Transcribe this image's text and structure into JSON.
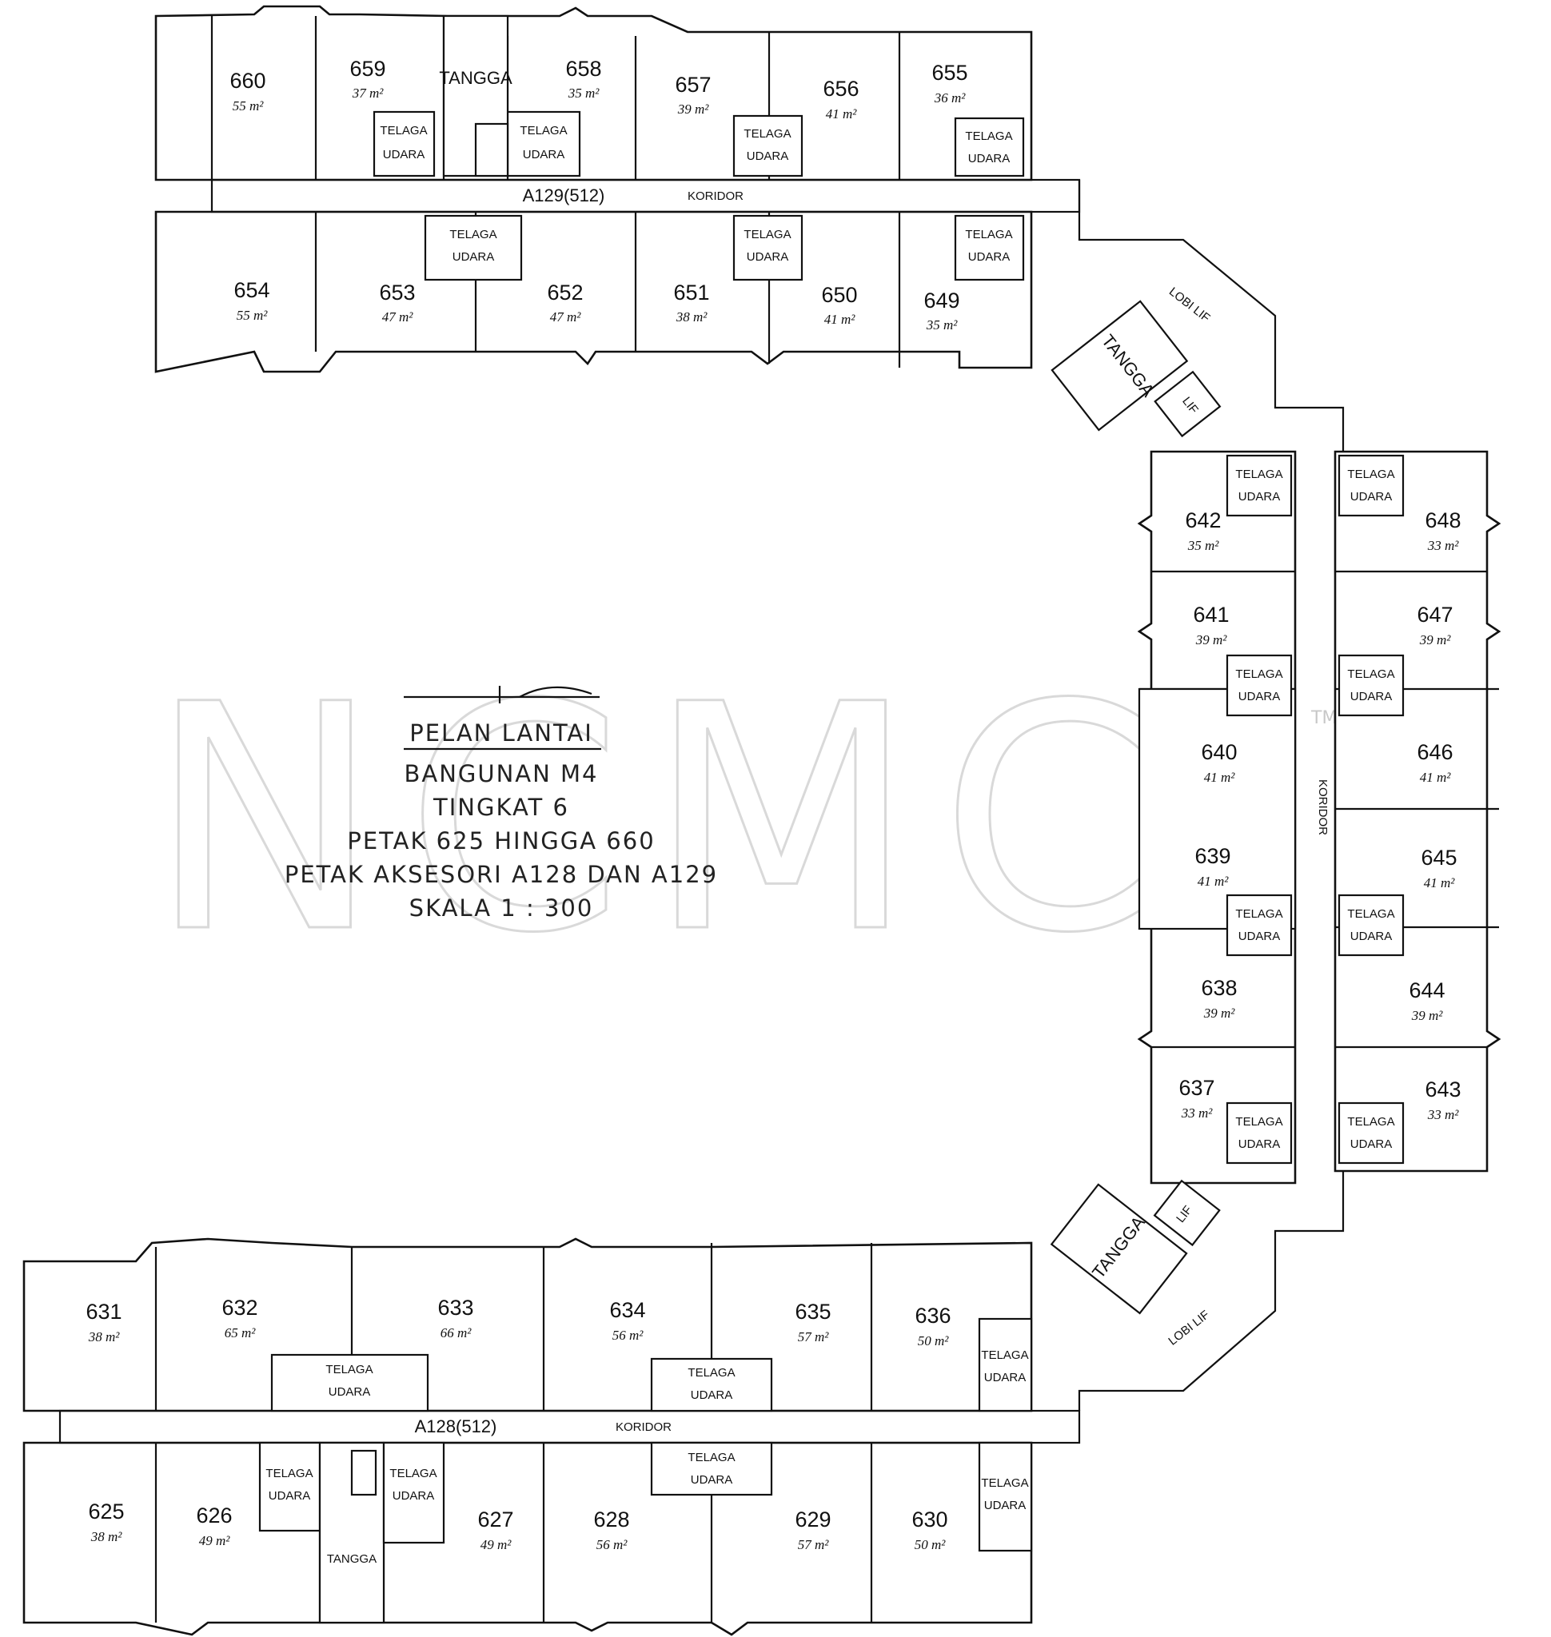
{
  "title_block": {
    "line1": "PELAN LANTAI",
    "line2": "BANGUNAN M4",
    "line3": "TINGKAT 6",
    "line4": "PETAK 625 HINGGA 660",
    "line5": "PETAK AKSESORI A128 DAN A129",
    "line6": "SKALA 1 : 300"
  },
  "watermark": {
    "text": "NCMC",
    "tm": "TM"
  },
  "labels": {
    "koridor": "KORIDOR",
    "a129": "A129(512)",
    "a128": "A128(512)",
    "tangga": "TANGGA",
    "lif": "LIF",
    "lobi_lif": "LOBI LIF",
    "telaga_1": "TELAGA",
    "telaga_2": "UDARA"
  },
  "units": [
    {
      "id": "660",
      "area": "55 m²"
    },
    {
      "id": "659",
      "area": "37 m²"
    },
    {
      "id": "658",
      "area": "35 m²"
    },
    {
      "id": "657",
      "area": "39 m²"
    },
    {
      "id": "656",
      "area": "41 m²"
    },
    {
      "id": "655",
      "area": "36 m²"
    },
    {
      "id": "654",
      "area": "55 m²"
    },
    {
      "id": "653",
      "area": "47 m²"
    },
    {
      "id": "652",
      "area": "47 m²"
    },
    {
      "id": "651",
      "area": "38 m²"
    },
    {
      "id": "650",
      "area": "41 m²"
    },
    {
      "id": "649",
      "area": "35 m²"
    },
    {
      "id": "642",
      "area": "35 m²"
    },
    {
      "id": "641",
      "area": "39 m²"
    },
    {
      "id": "640",
      "area": "41 m²"
    },
    {
      "id": "639",
      "area": "41 m²"
    },
    {
      "id": "638",
      "area": "39 m²"
    },
    {
      "id": "637",
      "area": "33 m²"
    },
    {
      "id": "648",
      "area": "33 m²"
    },
    {
      "id": "647",
      "area": "39 m²"
    },
    {
      "id": "646",
      "area": "41 m²"
    },
    {
      "id": "645",
      "area": "41 m²"
    },
    {
      "id": "644",
      "area": "39 m²"
    },
    {
      "id": "643",
      "area": "33 m²"
    },
    {
      "id": "631",
      "area": "38 m²"
    },
    {
      "id": "632",
      "area": "65 m²"
    },
    {
      "id": "633",
      "area": "66 m²"
    },
    {
      "id": "634",
      "area": "56 m²"
    },
    {
      "id": "635",
      "area": "57 m²"
    },
    {
      "id": "636",
      "area": "50 m²"
    },
    {
      "id": "625",
      "area": "38 m²"
    },
    {
      "id": "626",
      "area": "49 m²"
    },
    {
      "id": "627",
      "area": "49 m²"
    },
    {
      "id": "628",
      "area": "56 m²"
    },
    {
      "id": "629",
      "area": "57 m²"
    },
    {
      "id": "630",
      "area": "50 m²"
    }
  ]
}
